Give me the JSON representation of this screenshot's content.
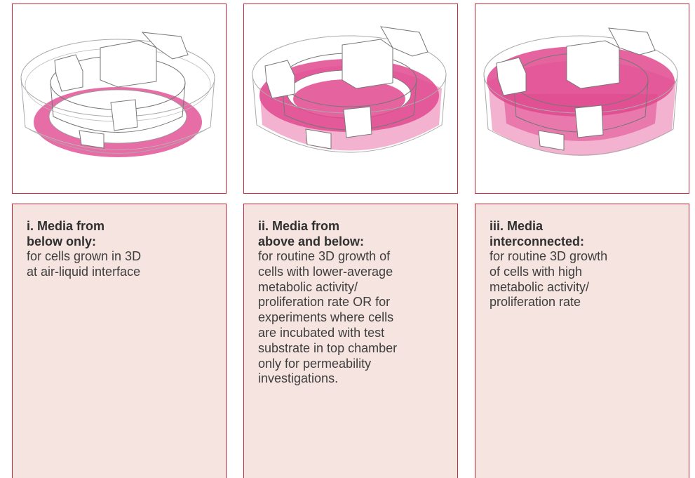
{
  "colors": {
    "border": "#c8273a",
    "panel": "#f5e4df",
    "media": "#e0498f",
    "media_light": "#f1a6c8"
  },
  "panels": [
    {
      "title_lines": [
        "i. Media from",
        "below only:"
      ],
      "body_lines": [
        "for cells grown in 3D",
        "at air-liquid interface"
      ]
    },
    {
      "title_lines": [
        "ii. Media from",
        "above and below:"
      ],
      "body_lines": [
        "for routine 3D growth of",
        "cells with lower-average",
        "metabolic activity/",
        "proliferation rate OR for",
        "experiments where cells",
        "are incubated with test",
        "substrate in top chamber",
        "only for permeability",
        "investigations."
      ]
    },
    {
      "title_lines": [
        "iii. Media",
        "interconnected:"
      ],
      "body_lines": [
        "for routine 3D growth",
        "of cells with high",
        "metabolic activity/",
        "proliferation rate"
      ]
    }
  ]
}
